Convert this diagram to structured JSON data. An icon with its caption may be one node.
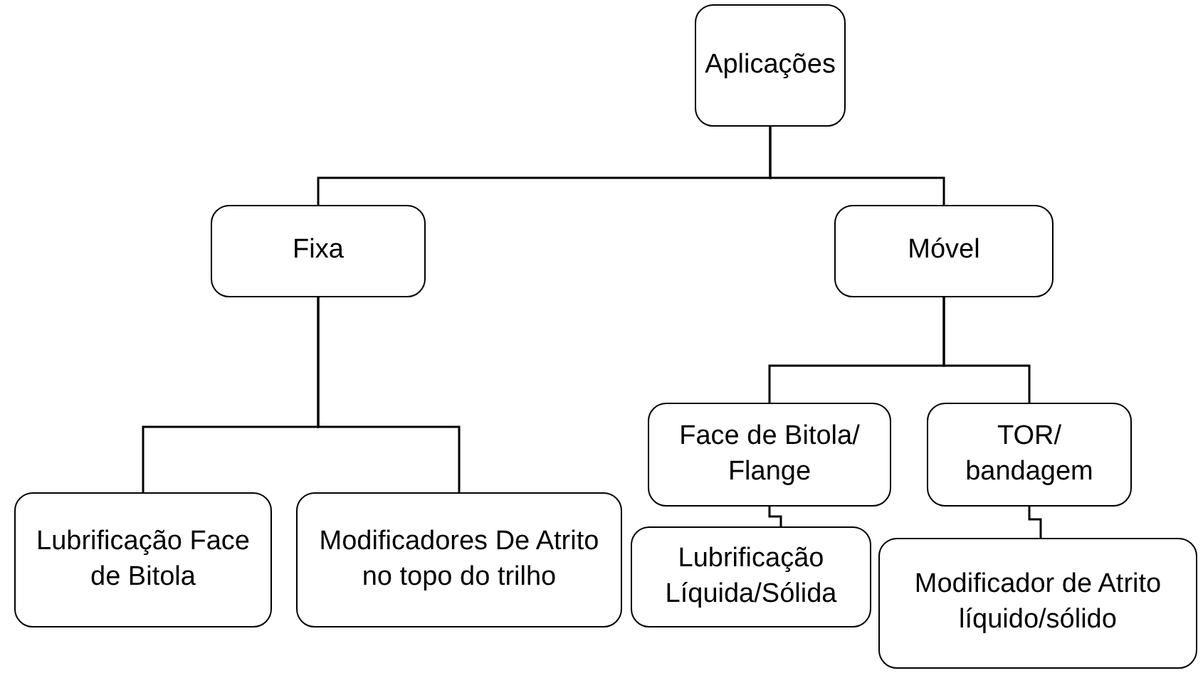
{
  "diagram": {
    "nodes": [
      {
        "text": [
          "Aplicações"
        ]
      },
      {
        "text": [
          "Fixa"
        ]
      },
      {
        "text": [
          "Móvel"
        ]
      },
      {
        "text": [
          "Lubrificação Face de Bitola"
        ]
      },
      {
        "text": [
          "Modificadores De Atrito no topo do trilho"
        ]
      },
      {
        "text": [
          "Face de Bitola/ Flange"
        ]
      },
      {
        "text": [
          "TOR/ bandagem"
        ]
      },
      {
        "text": [
          "Lubrificação Líquida/Sólida"
        ]
      },
      {
        "text": [
          "Modificador de Atrito líquido/sólido"
        ]
      }
    ],
    "edges": [
      {
        "from": 0,
        "to": 1,
        "arrow": "none"
      },
      {
        "from": 0,
        "to": 2,
        "arrow": "none"
      },
      {
        "from": 1,
        "to": 3,
        "arrow": "none"
      },
      {
        "from": 1,
        "to": 4,
        "arrow": "none"
      },
      {
        "from": 2,
        "to": 5,
        "arrow": "none"
      },
      {
        "from": 2,
        "to": 6,
        "arrow": "none"
      },
      {
        "from": 5,
        "to": 7,
        "arrow": "none"
      },
      {
        "from": 6,
        "to": 8,
        "arrow": "none"
      }
    ]
  }
}
